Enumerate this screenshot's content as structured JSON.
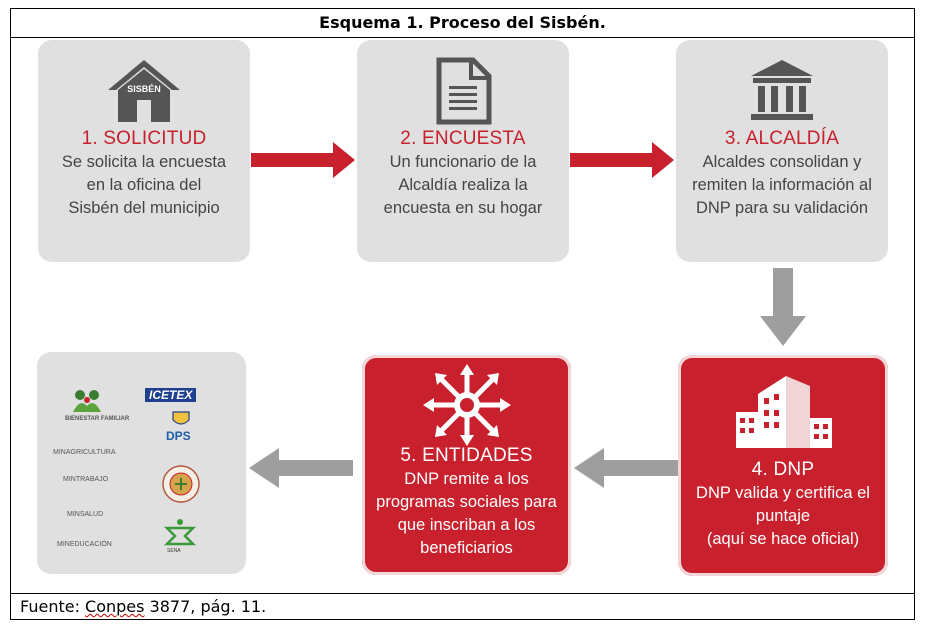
{
  "title": "Esquema 1. Proceso del Sisbén.",
  "footer": {
    "prefix": "Fuente: ",
    "source": "Conpes",
    "rest": " 3877, pág. 11."
  },
  "steps": [
    {
      "label": "1. SOLICITUD",
      "lines": [
        "Se solicita la encuesta",
        "en la oficina del",
        "Sisbén del municipio"
      ],
      "icon": "house-icon",
      "icon_text": "SISBÉN"
    },
    {
      "label": "2. ENCUESTA",
      "lines": [
        "Un funcionario de la",
        "Alcaldía realiza la",
        "encuesta en su hogar"
      ],
      "icon": "document-icon"
    },
    {
      "label": "3. ALCALDÍA",
      "lines": [
        "Alcaldes consolidan y",
        "remiten la información al",
        "DNP para su validación"
      ],
      "icon": "government-building-icon"
    },
    {
      "label": "4. DNP",
      "lines": [
        "DNP valida y certifica el",
        "puntaje",
        "(aquí se hace oficial)"
      ],
      "icon": "office-building-icon"
    },
    {
      "label": "5. ENTIDADES",
      "lines": [
        "DNP remite a los",
        "programas sociales para",
        "que inscriban a los",
        "beneficiarios"
      ],
      "icon": "distribution-arrows-icon"
    }
  ],
  "logos": {
    "bienestar": "BIENESTAR FAMILIAR",
    "icetex": "ICETEX",
    "dps": "DPS",
    "minagricultura": "MINAGRICULTURA",
    "mintrabajo": "MINTRABAJO",
    "minsalud": "MINSALUD",
    "mineducacion": "MINEDUCACIÓN",
    "sena": "SENA"
  },
  "colors": {
    "accent_red": "#c8202d",
    "card_gray": "#e0e0e0",
    "arrow_gray": "#9e9e9e",
    "icon_dark": "#555555"
  }
}
